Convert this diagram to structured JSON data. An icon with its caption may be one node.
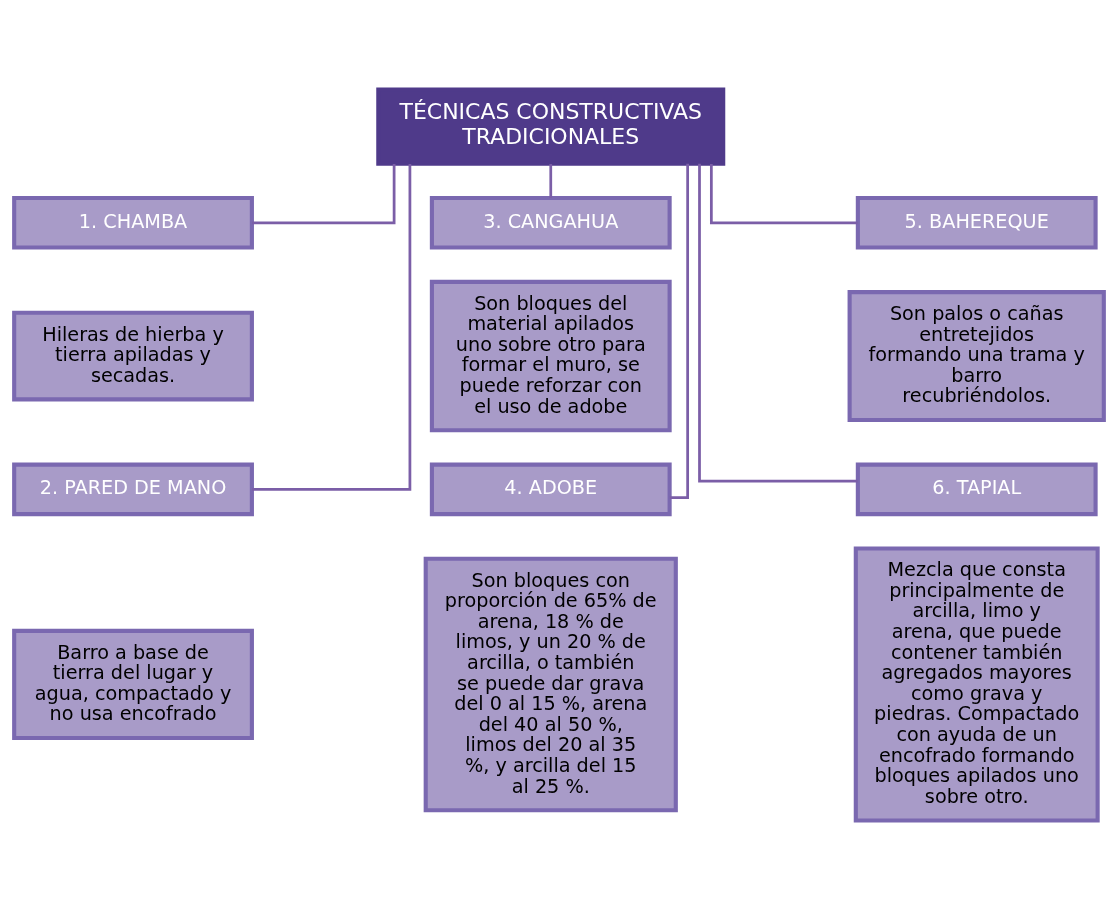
{
  "diagram": {
    "nodes": [
      {
        "text": [
          "TÉCNICAS CONSTRUCTIVAS TRADICIONALES"
        ]
      },
      {
        "text": [
          "1. CHAMBA"
        ]
      },
      {
        "text": [
          "Hileras de hierba y tierra apiladas y secadas."
        ]
      },
      {
        "text": [
          "2. PARED DE MANO"
        ]
      },
      {
        "text": [
          "Barro a base de tierra del lugar y agua, compactado y no usa encofrado"
        ]
      },
      {
        "text": [
          "3. CANGAHUA"
        ]
      },
      {
        "text": [
          "Son bloques del material apilados uno sobre otro para formar el muro, se puede reforzar con el uso de adobe"
        ]
      },
      {
        "text": [
          "4. ADOBE"
        ]
      },
      {
        "text": [
          "Son bloques con proporción de 65% de arena, 18 % de limos, y un 20 % de arcilla, o también se puede dar grava del 0 al 15 %, arena del 40 al 50 %, limos del 20 al 35 %, y arcilla del 15 al 25 %."
        ]
      },
      {
        "text": [
          "5. BAHEREQUE"
        ]
      },
      {
        "text": [
          "Son palos o cañas entretejidos formando una trama y barro recubriéndolos."
        ]
      },
      {
        "text": [
          "6. TAPIAL"
        ]
      },
      {
        "text": [
          "Mezcla que consta principalmente de arcilla, limo y arena, que puede contener también agregados mayores como grava y piedras. Compactado con ayuda de un encofrado formando bloques apilados uno sobre otro."
        ]
      }
    ],
    "edges": [
      {
        "from": 0,
        "to": 1,
        "arrow": "none"
      },
      {
        "from": 0,
        "to": 3,
        "arrow": "none"
      },
      {
        "from": 0,
        "to": 5,
        "arrow": "none"
      },
      {
        "from": 0,
        "to": 7,
        "arrow": "none"
      },
      {
        "from": 0,
        "to": 9,
        "arrow": "none"
      },
      {
        "from": 0,
        "to": 11,
        "arrow": "none"
      }
    ]
  }
}
